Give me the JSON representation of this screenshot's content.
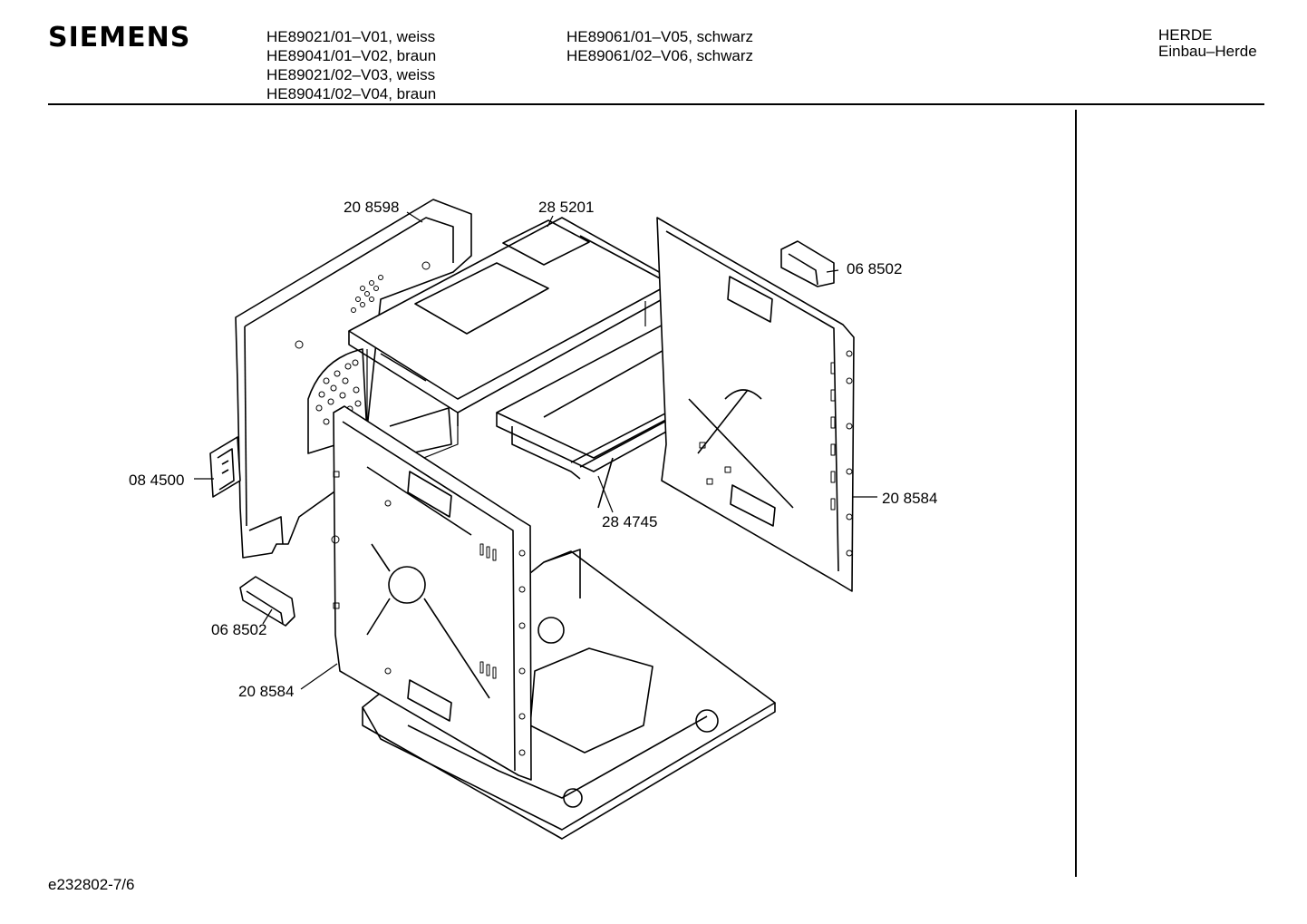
{
  "header": {
    "brand": "SIEMENS",
    "models_col1": [
      "HE89021/01–V01, weiss",
      "HE89041/01–V02, braun",
      "HE89021/02–V03, weiss",
      "HE89041/02–V04, braun"
    ],
    "models_col2": [
      "HE89061/01–V05, schwarz",
      "HE89061/02–V06, schwarz"
    ],
    "category_line1": "HERDE",
    "category_line2": "Einbau–Herde"
  },
  "parts": {
    "rear_wall": "20 8598",
    "top_panel": "28 5201",
    "handle_right": "06 8502",
    "side_bracket": "08 4500",
    "rail": "28 4745",
    "side_wall_right": "20 8584",
    "handle_left": "06 8502",
    "side_wall_left": "20 8584"
  },
  "footer": {
    "drawing_id": "e232802-7/6"
  }
}
